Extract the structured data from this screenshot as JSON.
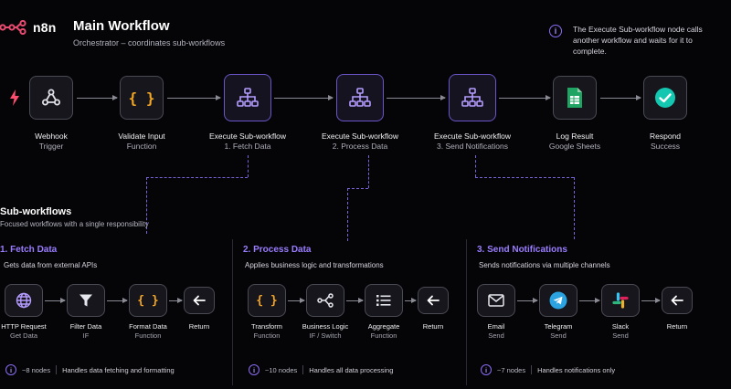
{
  "header": {
    "brand": "n8n",
    "title": "Main Workflow",
    "subtitle": "Orchestrator – coordinates sub-workflows",
    "note": "The Execute Sub-workflow node calls another workflow and waits for it to complete.",
    "info_glyph": "i"
  },
  "main_nodes": [
    {
      "title": "Webhook",
      "sub": "Trigger",
      "icon": "webhook-icon"
    },
    {
      "title": "Validate Input",
      "sub": "Function",
      "icon": "braces-icon"
    },
    {
      "title": "Execute Sub-workflow",
      "sub": "1. Fetch Data",
      "icon": "sitemap-icon"
    },
    {
      "title": "Execute Sub-workflow",
      "sub": "2. Process Data",
      "icon": "sitemap-icon"
    },
    {
      "title": "Execute Sub-workflow",
      "sub": "3. Send Notifications",
      "icon": "sitemap-icon"
    },
    {
      "title": "Log Result",
      "sub": "Google Sheets",
      "icon": "sheets-icon"
    },
    {
      "title": "Respond",
      "sub": "Success",
      "icon": "check-icon"
    }
  ],
  "subworkflows": {
    "title": "Sub-workflows",
    "subtitle": "Focused workflows with a single responsibility",
    "columns": [
      {
        "title": "1. Fetch Data",
        "subtitle": "Gets data from external APIs",
        "nodes": [
          {
            "title": "HTTP Request",
            "sub": "Get Data",
            "icon": "globe-icon"
          },
          {
            "title": "Filter Data",
            "sub": "IF",
            "icon": "filter-icon"
          },
          {
            "title": "Format Data",
            "sub": "Function",
            "icon": "braces-icon"
          },
          {
            "title": "Return",
            "sub": "",
            "icon": "return-arrow-icon"
          }
        ],
        "count": "~8 nodes",
        "desc": "Handles data fetching and formatting"
      },
      {
        "title": "2. Process Data",
        "subtitle": "Applies business logic and transformations",
        "nodes": [
          {
            "title": "Transform",
            "sub": "Function",
            "icon": "braces-icon"
          },
          {
            "title": "Business Logic",
            "sub": "IF / Switch",
            "icon": "branch-icon"
          },
          {
            "title": "Aggregate",
            "sub": "Function",
            "icon": "list-icon"
          },
          {
            "title": "Return",
            "sub": "",
            "icon": "return-arrow-icon"
          }
        ],
        "count": "~10 nodes",
        "desc": "Handles all data processing"
      },
      {
        "title": "3. Send Notifications",
        "subtitle": "Sends notifications via multiple channels",
        "nodes": [
          {
            "title": "Email",
            "sub": "Send",
            "icon": "mail-icon"
          },
          {
            "title": "Telegram",
            "sub": "Send",
            "icon": "telegram-icon"
          },
          {
            "title": "Slack",
            "sub": "Send",
            "icon": "slack-icon"
          },
          {
            "title": "Return",
            "sub": "",
            "icon": "return-arrow-icon"
          }
        ],
        "count": "~7 nodes",
        "desc": "Handles notifications only"
      }
    ]
  },
  "colors": {
    "accent": "#8b6cf5",
    "trigger": "#ff4d6d",
    "braces": "#f5a623",
    "sheets": "#1fa463",
    "success": "#14c7b0",
    "telegram": "#2aa3e0"
  }
}
